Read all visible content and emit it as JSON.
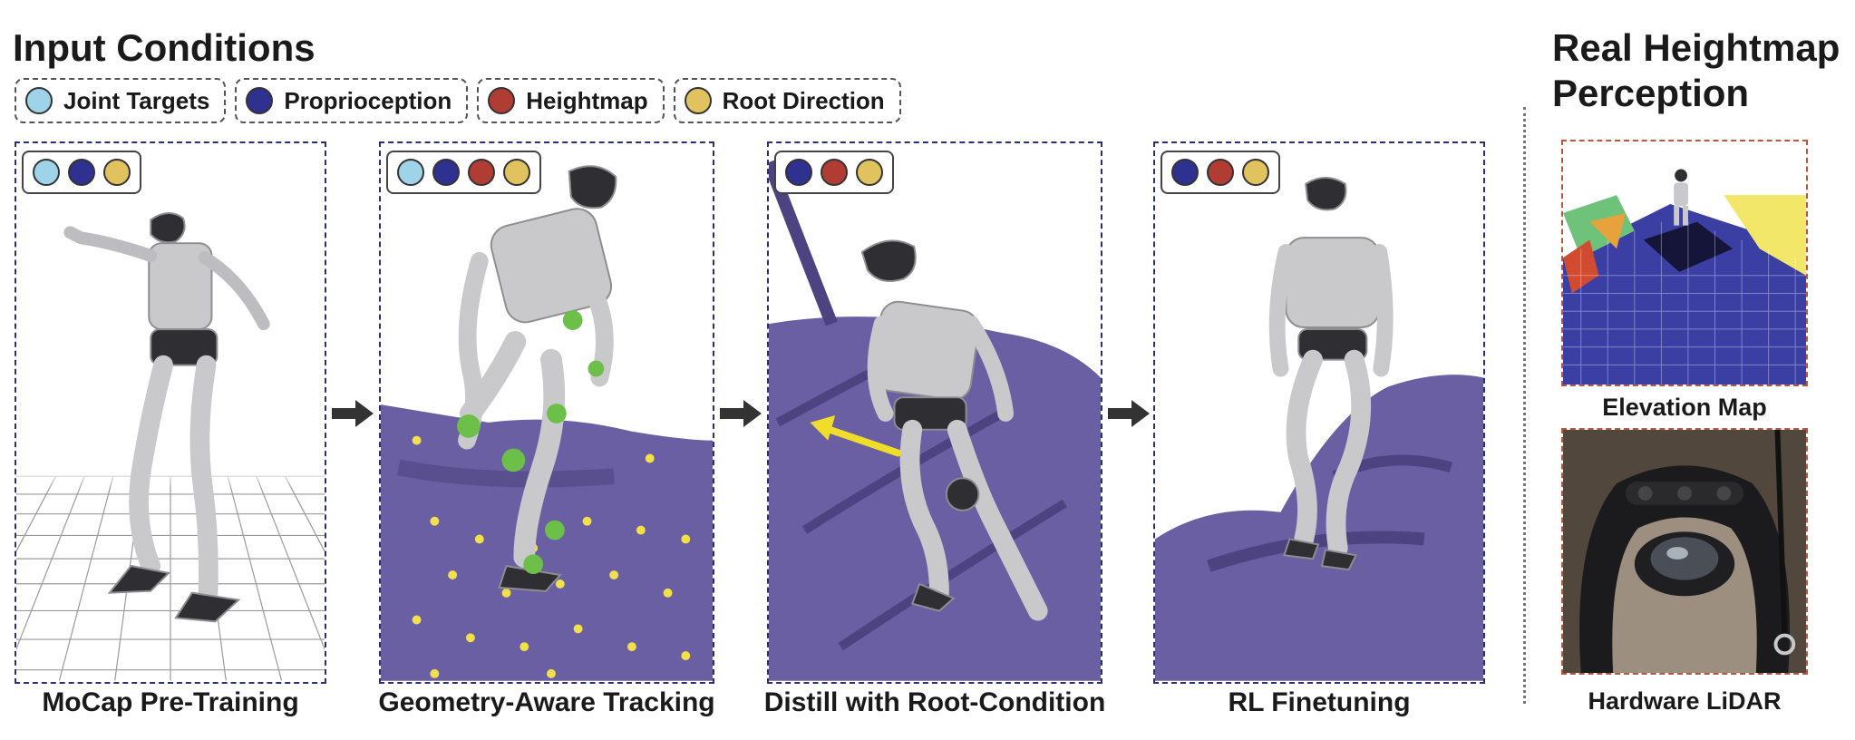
{
  "input_conditions": {
    "title": "Input Conditions",
    "legend": [
      {
        "key": "joint_targets",
        "label": "Joint Targets",
        "color": "#9fd3ea"
      },
      {
        "key": "proprioception",
        "label": "Proprioception",
        "color": "#2e3190"
      },
      {
        "key": "heightmap",
        "label": "Heightmap",
        "color": "#b03c33"
      },
      {
        "key": "root_direction",
        "label": "Root Direction",
        "color": "#e0c25e"
      }
    ]
  },
  "stages": [
    {
      "caption": "MoCap Pre-Training",
      "inputs": [
        "joint_targets",
        "proprioception",
        "root_direction"
      ]
    },
    {
      "caption": "Geometry-Aware Tracking",
      "inputs": [
        "joint_targets",
        "proprioception",
        "heightmap",
        "root_direction"
      ]
    },
    {
      "caption": "Distill with Root-Condition",
      "inputs": [
        "proprioception",
        "heightmap",
        "root_direction"
      ]
    },
    {
      "caption": "RL Finetuning",
      "inputs": [
        "proprioception",
        "heightmap",
        "root_direction"
      ]
    }
  ],
  "real_perception": {
    "title": "Real Heightmap Perception",
    "elevation_caption": "Elevation Map",
    "lidar_caption": "Hardware LiDAR"
  },
  "colors": {
    "terrain": "#6b5fa3",
    "terrain_dark": "#4d4380",
    "robot": "#c9c9cc",
    "robot_dark": "#2f2f33",
    "contact_green": "#6cc04a",
    "marker_yellow": "#f1e04a",
    "root_arrow": "#f0dd2a",
    "panel_border": "#2b2f70"
  },
  "icons": [
    "right-arrow-icon",
    "robot-figure"
  ]
}
